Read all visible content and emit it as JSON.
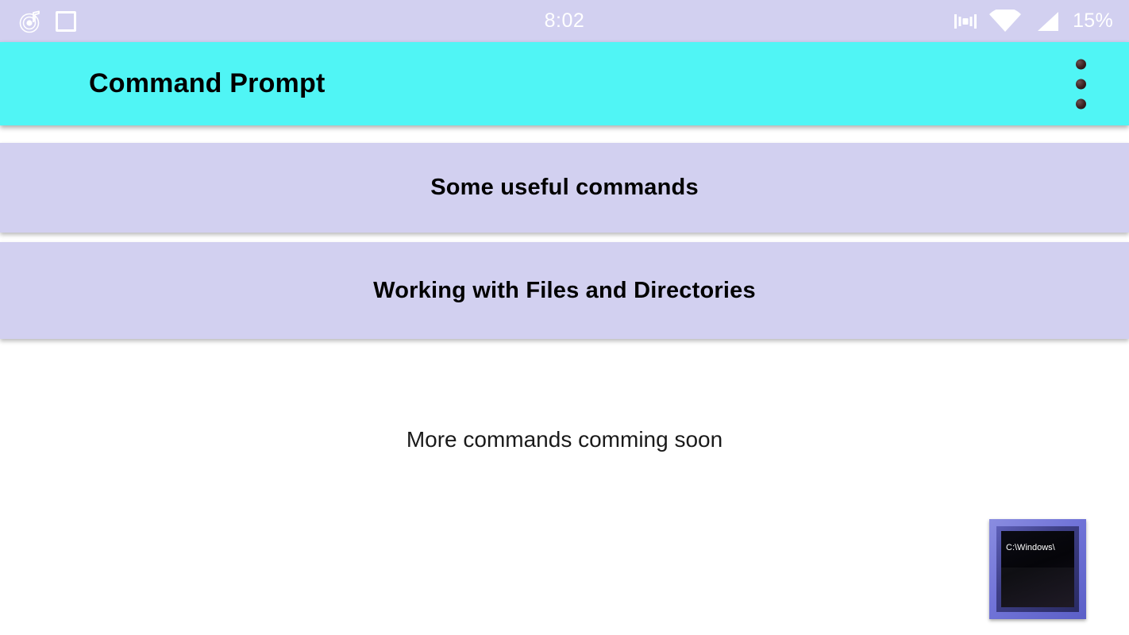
{
  "statusbar": {
    "time": "8:02",
    "battery": "15%",
    "icons_left": [
      "music-note-disc-icon",
      "square-outline-icon"
    ],
    "icons_right": [
      "vibrate-icon",
      "wifi-icon",
      "signal-icon"
    ],
    "background_color": "#d2d0f0",
    "text_color": "#ffffff"
  },
  "appbar": {
    "title": "Command Prompt",
    "overflow_icon": "more-vertical-icon",
    "background_color": "#50f5f5",
    "title_color": "#000000"
  },
  "main": {
    "cards": [
      {
        "label": "Some useful commands"
      },
      {
        "label": "Working with Files and Directories"
      }
    ],
    "note": "More commands comming soon",
    "card_color": "#d2d0f0"
  },
  "thumbnail": {
    "name": "command-prompt-icon",
    "screen_text": "C:\\Windows\\",
    "frame_color": "#7174d8"
  }
}
